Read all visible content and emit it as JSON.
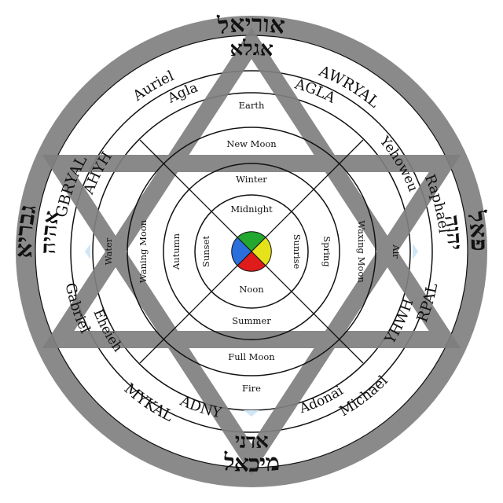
{
  "colors": {
    "outer_band": "#8a8a8a",
    "star": "#7f7f7f",
    "lines": "#111111",
    "north": "#22a82e",
    "east": "#e6e21a",
    "south": "#e01b1b",
    "west": "#2a6fdb",
    "accent_glow": "#cfe6f5"
  },
  "outer_ring": {
    "north": {
      "english": "Auriel",
      "hebrew": "אוריאל",
      "translit": "AWRYAL"
    },
    "east": {
      "english": "Raphael",
      "hebrew": "רפאל",
      "translit": "RPAL"
    },
    "south": {
      "english": "Michael",
      "hebrew": "מיכאל",
      "translit": "MYKAL"
    },
    "west": {
      "english": "Gabriel",
      "hebrew": "גבריאל",
      "translit": "GBRYAL"
    }
  },
  "inner_ring": {
    "north": {
      "english": "Agla",
      "hebrew": "אגלא",
      "translit": "AGLA"
    },
    "east": {
      "english": "Yehoweu",
      "hebrew": "יהוה",
      "translit": "YHWH"
    },
    "south": {
      "english": "Adonai",
      "hebrew": "אדני",
      "translit": "ADNY"
    },
    "west": {
      "english": "Eheieh",
      "hebrew": "אהיה",
      "translit": "AHYH"
    }
  },
  "elements": {
    "north": "Earth",
    "east": "Air",
    "south": "Fire",
    "west": "Water"
  },
  "moons": {
    "north": "New Moon",
    "east": "Waxing Moon",
    "south": "Full Moon",
    "west": "Waning Moon"
  },
  "seasons": {
    "north": "Winter",
    "east": "Spring",
    "south": "Summer",
    "west": "Autumn"
  },
  "times": {
    "north": "Midnight",
    "east": "Sunrise",
    "south": "Noon",
    "west": "Sunset"
  }
}
